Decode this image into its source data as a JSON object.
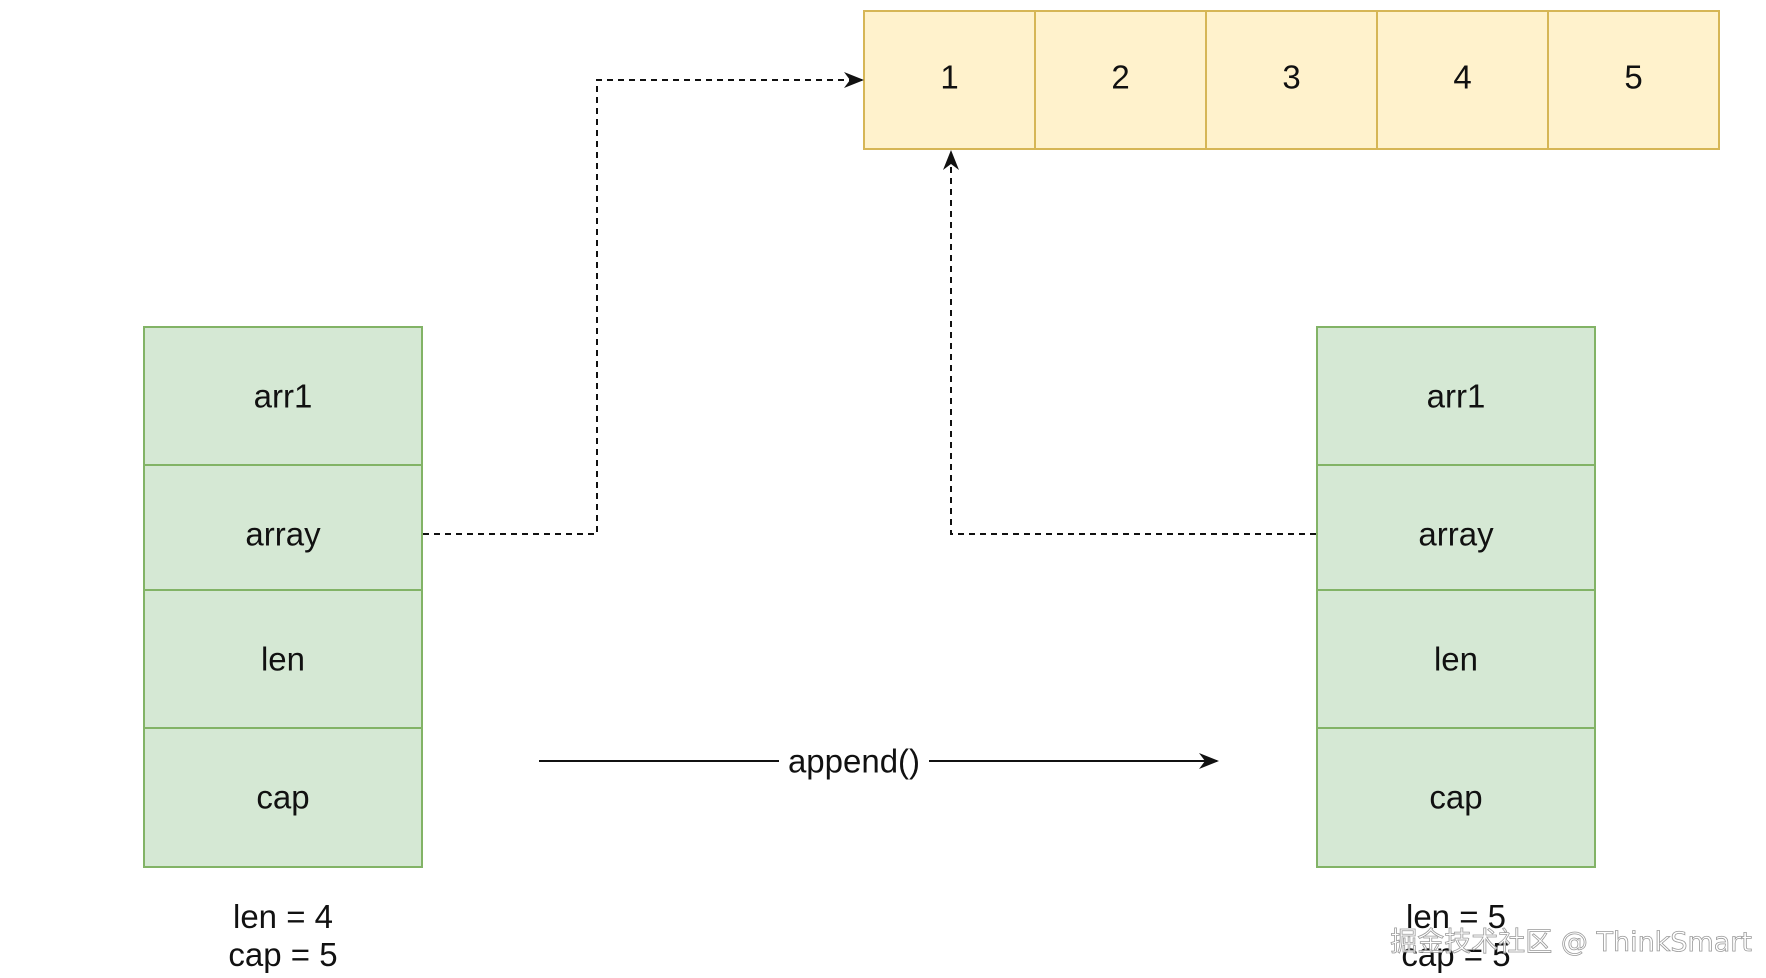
{
  "array_cells": [
    "1",
    "2",
    "3",
    "4",
    "5"
  ],
  "left_struct": {
    "fields": [
      "arr1",
      "array",
      "len",
      "cap"
    ],
    "caption": [
      "len = 4",
      "cap = 5"
    ]
  },
  "right_struct": {
    "fields": [
      "arr1",
      "array",
      "len",
      "cap"
    ],
    "caption": [
      "len = 5",
      "cap = 5"
    ]
  },
  "operation_label": "append()",
  "watermark": "掘金技术社区 @ ThinkSmart",
  "colors": {
    "array_fill": "#fff2cc",
    "array_stroke": "#d6b656",
    "struct_fill": "#d5e8d4",
    "struct_stroke": "#82b366",
    "line": "#111111"
  }
}
